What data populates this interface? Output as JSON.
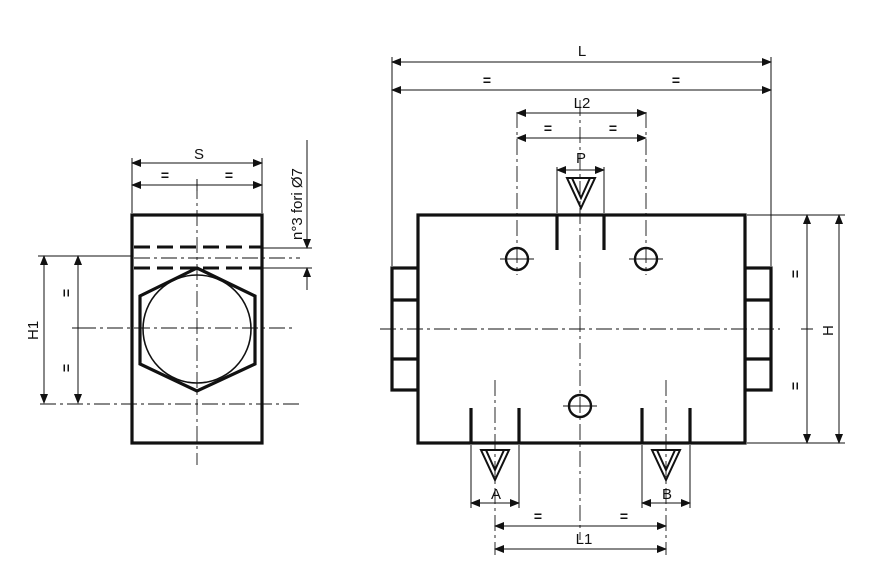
{
  "labels": {
    "L": "L",
    "L1": "L1",
    "L2": "L2",
    "H": "H",
    "H1": "H1",
    "S": "S",
    "P": "P",
    "A": "A",
    "B": "B",
    "holes": "n°3 fori Ø7",
    "equal": "="
  }
}
